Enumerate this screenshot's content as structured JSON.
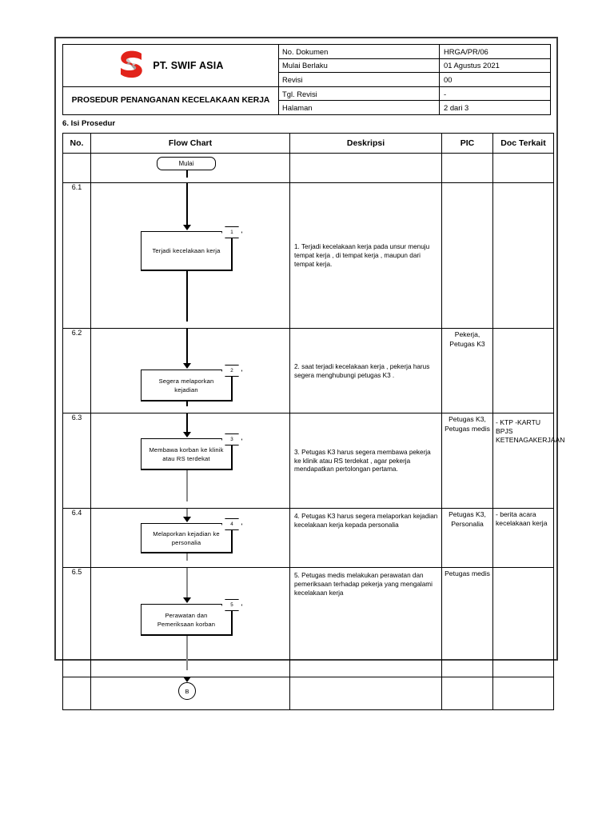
{
  "header": {
    "company_name": "PT. SWIF ASIA",
    "logo_name": "swif-asia-s-logo",
    "document_title": "PROSEDUR PENANGANAN KECELAKAAN KERJA",
    "fields": [
      {
        "label": "No. Dokumen",
        "value": "HRGA/PR/06"
      },
      {
        "label": "Mulai Berlaku",
        "value": "01 Agustus 2021"
      },
      {
        "label": "Revisi",
        "value": "00"
      },
      {
        "label": "Tgl. Revisi",
        "value": "-"
      },
      {
        "label": "Halaman",
        "value": "2 dari 3"
      }
    ]
  },
  "section": {
    "caption": "6. Isi Prosedur"
  },
  "table": {
    "columns": [
      "No.",
      "Flow Chart",
      "Deskripsi",
      "PIC",
      "Doc Terkait"
    ],
    "rows": [
      {
        "no": "",
        "flow_label": "Mulai",
        "flow_shape": "terminator",
        "badge": "",
        "deskripsi": "",
        "pic": "",
        "doc": ""
      },
      {
        "no": "6.1",
        "flow_label": "Terjadi kecelakaan kerja",
        "flow_shape": "process",
        "badge": "1",
        "deskripsi": "1. Terjadi kecelakaan kerja pada unsur menuju tempat kerja , di tempat kerja , maupun dari tempat kerja.",
        "pic": "",
        "doc": ""
      },
      {
        "no": "6.2",
        "flow_label": "Segera melaporkan kejadian",
        "flow_shape": "process",
        "badge": "2",
        "deskripsi": "2. saat terjadi kecelakaan kerja , pekerja harus segera menghubungi petugas K3 .",
        "pic": "Pekerja, Petugas K3",
        "doc": ""
      },
      {
        "no": "6.3",
        "flow_label": "Membawa korban ke klinik atau RS terdekat",
        "flow_shape": "process",
        "badge": "3",
        "deskripsi": "3. Petugas K3 harus segera membawa pekerja ke klinik atau RS terdekat , agar pekerja mendapatkan pertolongan pertama.",
        "pic": "Petugas K3, Petugas medis",
        "doc": "- KTP -KARTU BPJS KETENAGAKERJAAN"
      },
      {
        "no": "6.4",
        "flow_label": "Melaporkan kejadian ke personalia",
        "flow_shape": "process",
        "badge": "4",
        "deskripsi": "4. Petugas K3 harus segera melaporkan kejadian kecelakaan kerja kepada personalia",
        "pic": "Petugas K3, Personalia",
        "doc": "- berita acara kecelakaan kerja"
      },
      {
        "no": "6.5",
        "flow_label": "Perawatan dan Pemeriksaan korban",
        "flow_shape": "process",
        "badge": "5",
        "deskripsi": "5. Petugas medis melakukan perawatan dan pemeriksaan terhadap pekerja yang mengalami kecelakaan kerja",
        "pic": "Petugas medis",
        "doc": ""
      },
      {
        "no": "",
        "flow_label": "B",
        "flow_shape": "connector",
        "badge": "",
        "deskripsi": "",
        "pic": "",
        "doc": ""
      }
    ]
  },
  "colors": {
    "logo_red": "#e2231a",
    "logo_grey": "#9d9d9d",
    "border": "#000000",
    "page_frame": "#3a3a3a",
    "connector_grey": "#8a8a8a"
  }
}
